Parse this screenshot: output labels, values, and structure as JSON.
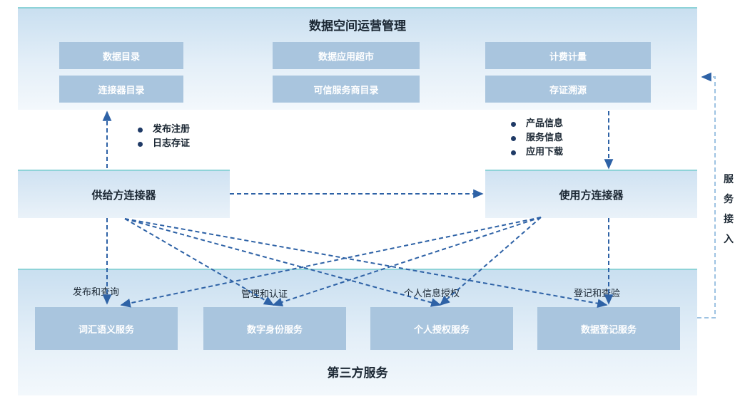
{
  "top_panel": {
    "title": "数据空间运营管理",
    "boxes": [
      "数据目录",
      "数据应用超市",
      "计费计量",
      "连接器目录",
      "可信服务商目录",
      "存证溯源"
    ]
  },
  "provider_notes": [
    "发布注册",
    "日志存证"
  ],
  "consumer_notes": [
    "产品信息",
    "服务信息",
    "应用下载"
  ],
  "connectors": {
    "provider": "供给方连接器",
    "consumer": "使用方连接器"
  },
  "side_label": [
    "服",
    "务",
    "接",
    "入"
  ],
  "bottom_panel": {
    "title": "第三方服务",
    "labels": [
      "发布和查询",
      "管理和认证",
      "个人信息授权",
      "登记和查验"
    ],
    "boxes": [
      "词汇语义服务",
      "数字身份服务",
      "个人授权服务",
      "数据登记服务"
    ]
  },
  "colors": {
    "arrow": "#2e62a6",
    "box": "#a9c5de",
    "panel_border": "#8fd3d8"
  }
}
